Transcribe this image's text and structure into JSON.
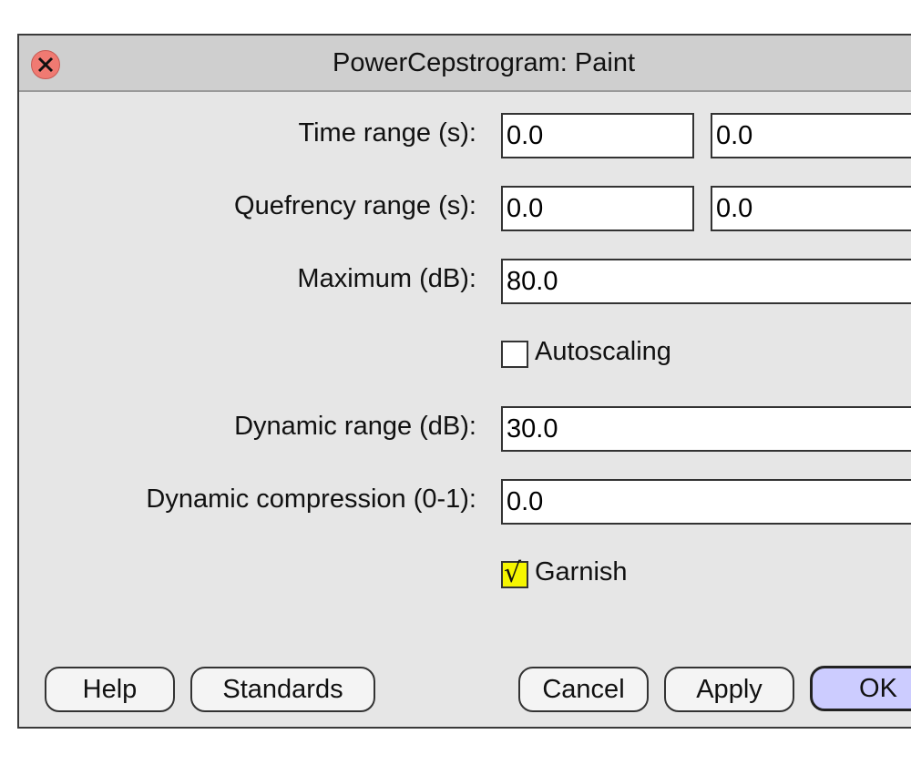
{
  "window": {
    "title": "PowerCepstrogram: Paint"
  },
  "form": {
    "time_range_label": "Time range (s):",
    "time_range_from": "0.0",
    "time_range_to": "0.0",
    "quefrency_range_label": "Quefrency range (s):",
    "quefrency_range_from": "0.0",
    "quefrency_range_to": "0.0",
    "maximum_label": "Maximum (dB):",
    "maximum_value": "80.0",
    "autoscaling_label": "Autoscaling",
    "autoscaling_checked": false,
    "dynamic_range_label": "Dynamic range (dB):",
    "dynamic_range_value": "30.0",
    "dynamic_compression_label": "Dynamic compression (0-1):",
    "dynamic_compression_value": "0.0",
    "garnish_label": "Garnish",
    "garnish_checked": true,
    "check_mark": "√"
  },
  "buttons": {
    "help": "Help",
    "standards": "Standards",
    "cancel": "Cancel",
    "apply": "Apply",
    "ok": "OK"
  },
  "colors": {
    "close_button": "#f07a72",
    "default_button": "#ccccff",
    "checked_checkbox": "#f5f500"
  }
}
